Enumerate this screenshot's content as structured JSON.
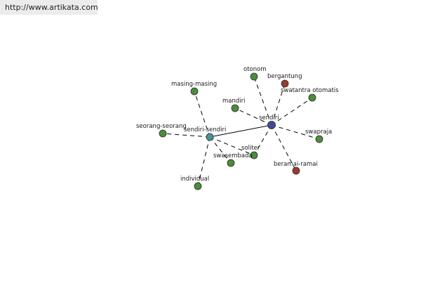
{
  "banner": {
    "url_text": "http://www.artikata.com"
  },
  "colors": {
    "center": "#454a95",
    "secondary": "#4a9098",
    "synonym": "#4c8c3c",
    "antonym": "#9a3a30"
  },
  "graph": {
    "center": {
      "id": "sendiri",
      "label": "sendiri",
      "kind": "center"
    },
    "secondary": {
      "id": "sendiri-sendiri",
      "label": "sendiri-sendiri",
      "kind": "secondary"
    },
    "nodes": [
      {
        "id": "otonom",
        "label": "otonom",
        "kind": "synonym"
      },
      {
        "id": "bergantung",
        "label": "bergantung",
        "kind": "antonym"
      },
      {
        "id": "swatantra-otomatis",
        "label": "swatantra otomatis",
        "kind": "synonym"
      },
      {
        "id": "mandiri",
        "label": "mandiri",
        "kind": "synonym"
      },
      {
        "id": "masing-masing",
        "label": "masing-masing",
        "kind": "synonym"
      },
      {
        "id": "seorang-seorang",
        "label": "seorang-seorang",
        "kind": "synonym"
      },
      {
        "id": "swapraja",
        "label": "swapraja",
        "kind": "synonym"
      },
      {
        "id": "soliter",
        "label": "soliter",
        "kind": "synonym"
      },
      {
        "id": "swasembada",
        "label": "swasembada",
        "kind": "synonym"
      },
      {
        "id": "beramai-ramai",
        "label": "beramai-ramai",
        "kind": "antonym"
      },
      {
        "id": "individual",
        "label": "individual",
        "kind": "synonym"
      }
    ],
    "edges": [
      {
        "from": "sendiri",
        "to": "sendiri-sendiri",
        "style": "solid"
      },
      {
        "from": "sendiri",
        "to": "otonom",
        "style": "dashed"
      },
      {
        "from": "sendiri",
        "to": "bergantung",
        "style": "dashed"
      },
      {
        "from": "sendiri",
        "to": "swatantra-otomatis",
        "style": "dashed"
      },
      {
        "from": "sendiri",
        "to": "mandiri",
        "style": "dashed"
      },
      {
        "from": "sendiri",
        "to": "swapraja",
        "style": "dashed"
      },
      {
        "from": "sendiri",
        "to": "soliter",
        "style": "dashed"
      },
      {
        "from": "sendiri",
        "to": "beramai-ramai",
        "style": "dashed"
      },
      {
        "from": "sendiri-sendiri",
        "to": "masing-masing",
        "style": "dashed"
      },
      {
        "from": "sendiri-sendiri",
        "to": "seorang-seorang",
        "style": "dashed"
      },
      {
        "from": "sendiri-sendiri",
        "to": "swasembada",
        "style": "dashed"
      },
      {
        "from": "sendiri-sendiri",
        "to": "individual",
        "style": "dashed"
      },
      {
        "from": "sendiri-sendiri",
        "to": "soliter",
        "style": "dashed"
      }
    ]
  }
}
